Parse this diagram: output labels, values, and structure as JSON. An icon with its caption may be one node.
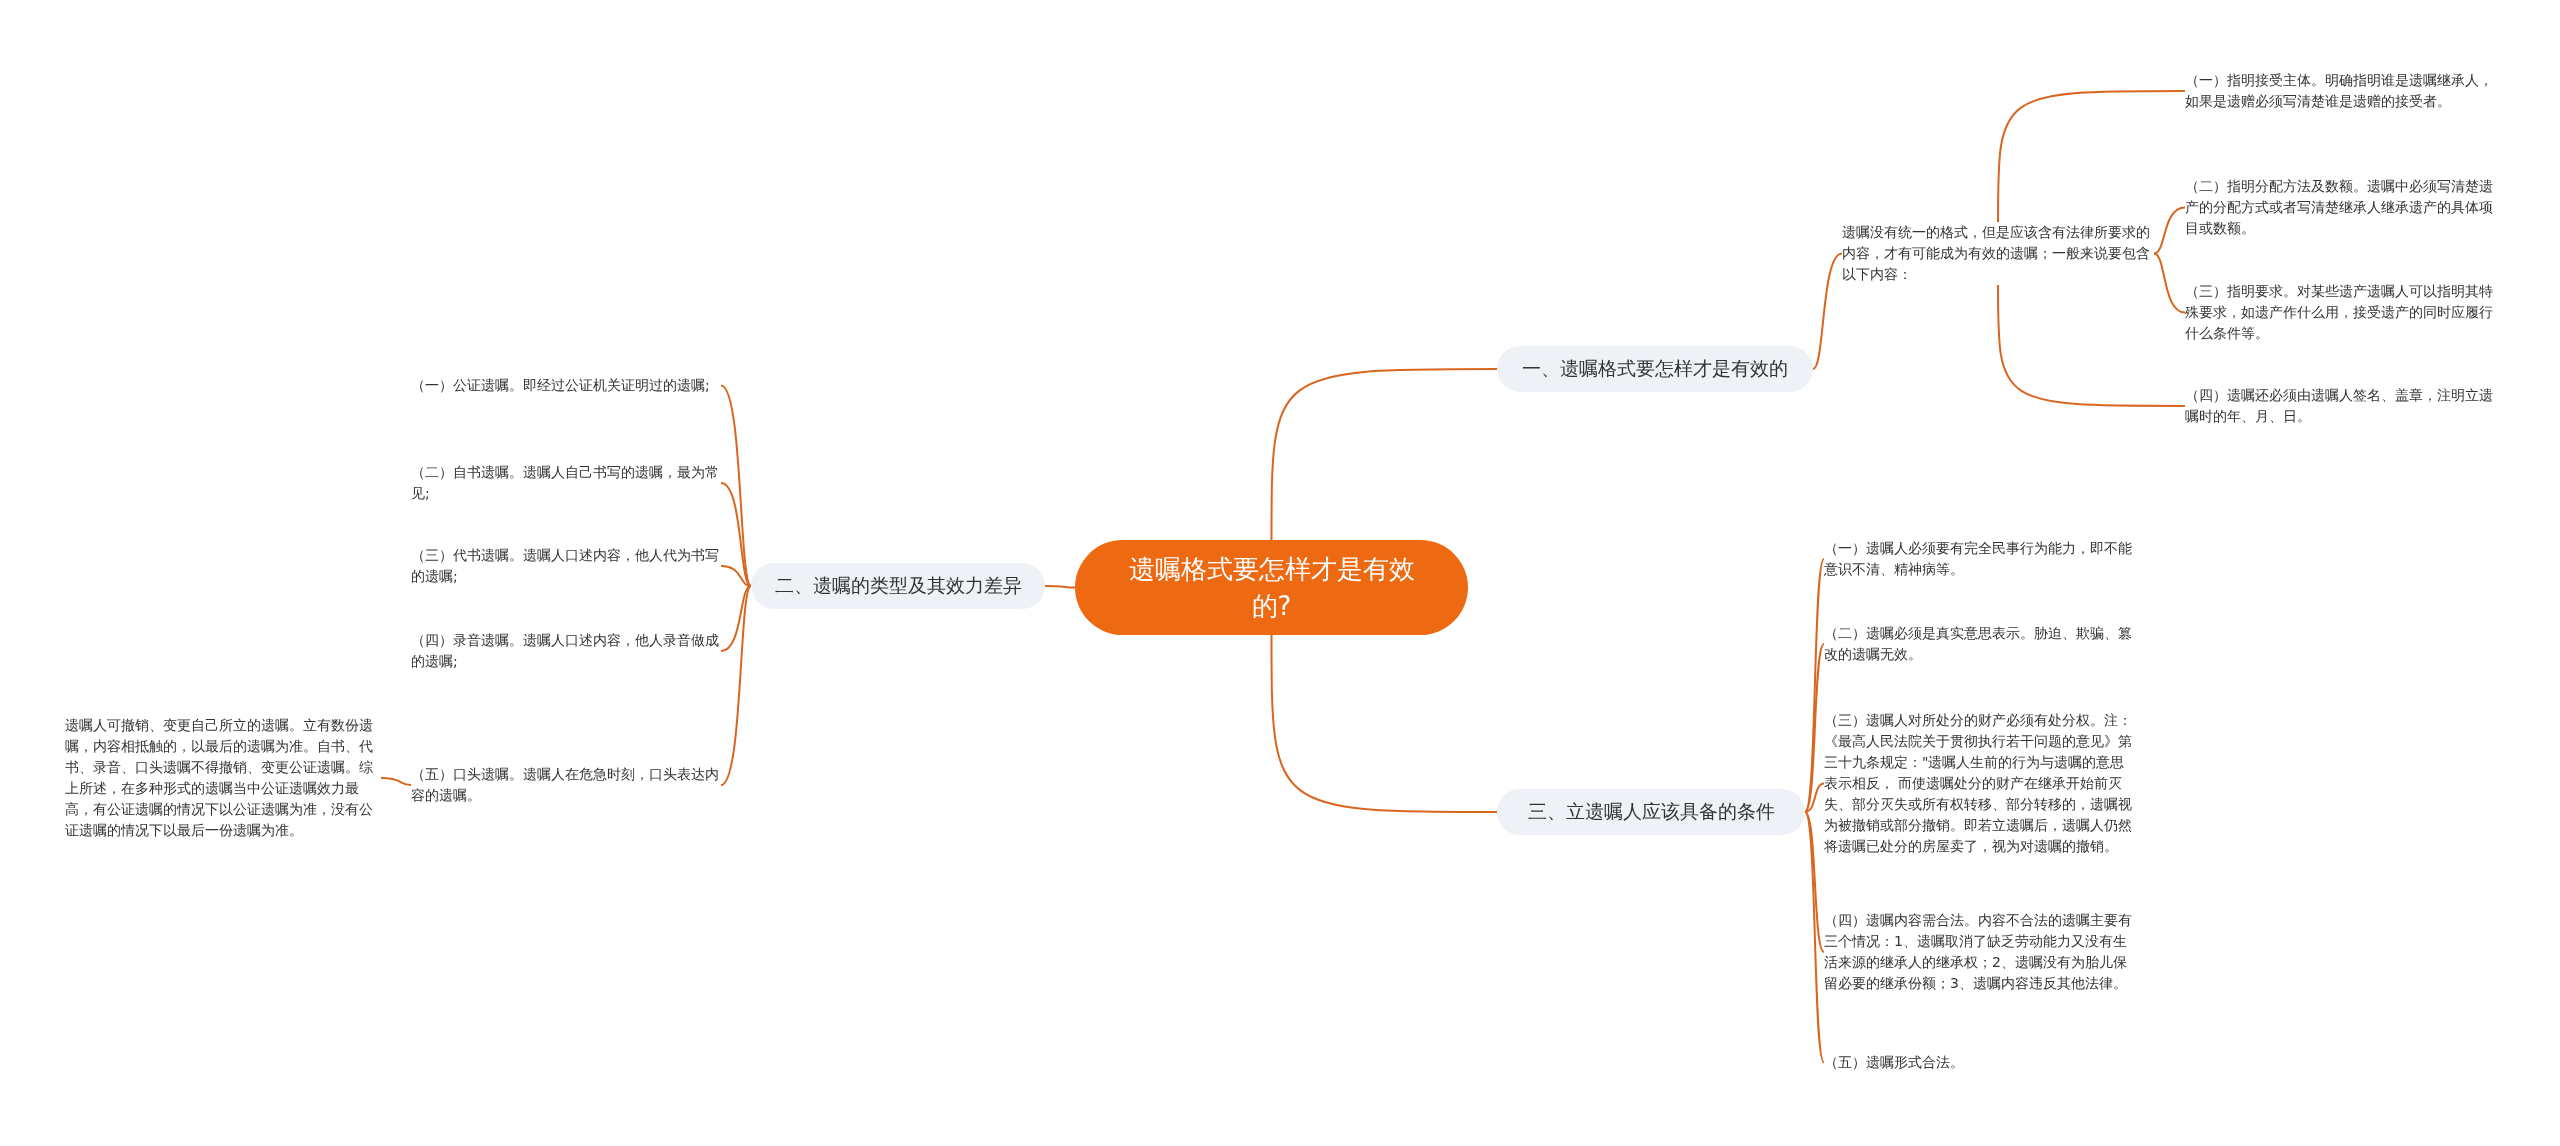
{
  "diagram": {
    "nodes": [
      {
        "text": [
          "遗嘱格式要怎样才是有效的?"
        ]
      },
      {
        "text": [
          "一、遗嘱格式要怎样才是有效的"
        ]
      },
      {
        "text": [
          "遗嘱没有统一的格式，但是应该含有法律所要求的内容，才有可能成为有效的遗嘱；一般来说要包含以下内容："
        ]
      },
      {
        "text": [
          "（一）指明接受主体。明确指明谁是遗嘱继承人，如果是遗赠必须写清楚谁是遗赠的接受者。"
        ]
      },
      {
        "text": [
          "（二）指明分配方法及数额。遗嘱中必须写清楚遗产的分配方式或者写清楚继承人继承遗产的具体项目或数额。"
        ]
      },
      {
        "text": [
          "（三）指明要求。对某些遗产遗嘱人可以指明其特殊要求，如遗产作什么用，接受遗产的同时应履行什么条件等。"
        ]
      },
      {
        "text": [
          "（四）遗嘱还必须由遗嘱人签名、盖章，注明立遗嘱时的年、月、日。"
        ]
      },
      {
        "text": [
          "二、遗嘱的类型及其效力差异"
        ]
      },
      {
        "text": [
          "（一）公证遗嘱。即经过公证机关证明过的遗嘱;"
        ]
      },
      {
        "text": [
          "（二）自书遗嘱。遗嘱人自己书写的遗嘱，最为常见;"
        ]
      },
      {
        "text": [
          "（三）代书遗嘱。遗嘱人口述内容，他人代为书写的遗嘱;"
        ]
      },
      {
        "text": [
          "（四）录音遗嘱。遗嘱人口述内容，他人录音做成的遗嘱;"
        ]
      },
      {
        "text": [
          "（五）口头遗嘱。遗嘱人在危急时刻，口头表达内容的遗嘱。"
        ]
      },
      {
        "text": [
          "遗嘱人可撤销、变更自己所立的遗嘱。立有数份遗嘱，内容相抵触的，以最后的遗嘱为准。自书、代书、录音、口头遗嘱不得撤销、变更公证遗嘱。综上所述，在多种形式的遗嘱当中公证遗嘱效力最高，有公证遗嘱的情况下以公证遗嘱为准，没有公证遗嘱的情况下以最后一份遗嘱为准。"
        ]
      },
      {
        "text": [
          "三、立遗嘱人应该具备的条件"
        ]
      },
      {
        "text": [
          "（一）遗嘱人必须要有完全民事行为能力，即不能意识不清、精神病等。"
        ]
      },
      {
        "text": [
          "（二）遗嘱必须是真实意思表示。胁迫、欺骗、篡改的遗嘱无效。"
        ]
      },
      {
        "text": [
          "（三）遗嘱人对所处分的财产必须有处分权。注：《最高人民法院关于贯彻执行若干问题的意见》第三十九条规定：\"遗嘱人生前的行为与遗嘱的意思表示相反， 而使遗嘱处分的财产在继承开始前灭失、部分灭失或所有权转移、部分转移的，遗嘱视为被撤销或部分撤销。即若立遗嘱后，遗嘱人仍然将遗嘱已处分的房屋卖了，视为对遗嘱的撤销。"
        ]
      },
      {
        "text": [
          "（四）遗嘱内容需合法。内容不合法的遗嘱主要有三个情况：1、遗嘱取消了缺乏劳动能力又没有生活来源的继承人的继承权；2、遗嘱没有为胎儿保留必要的继承份额；3、遗嘱内容违反其他法律。"
        ]
      },
      {
        "text": [
          "（五）遗嘱形式合法。"
        ]
      }
    ],
    "edges": [
      {
        "from": 0,
        "to": 1,
        "arrow": "none"
      },
      {
        "from": 1,
        "to": 2,
        "arrow": "none"
      },
      {
        "from": 2,
        "to": 3,
        "arrow": "none"
      },
      {
        "from": 2,
        "to": 4,
        "arrow": "none"
      },
      {
        "from": 2,
        "to": 5,
        "arrow": "none"
      },
      {
        "from": 2,
        "to": 6,
        "arrow": "none"
      },
      {
        "from": 0,
        "to": 7,
        "arrow": "none"
      },
      {
        "from": 7,
        "to": 8,
        "arrow": "none"
      },
      {
        "from": 7,
        "to": 9,
        "arrow": "none"
      },
      {
        "from": 7,
        "to": 10,
        "arrow": "none"
      },
      {
        "from": 7,
        "to": 11,
        "arrow": "none"
      },
      {
        "from": 7,
        "to": 12,
        "arrow": "none"
      },
      {
        "from": 12,
        "to": 13,
        "arrow": "none"
      },
      {
        "from": 0,
        "to": 14,
        "arrow": "none"
      },
      {
        "from": 14,
        "to": 15,
        "arrow": "none"
      },
      {
        "from": 14,
        "to": 16,
        "arrow": "none"
      },
      {
        "from": 14,
        "to": 17,
        "arrow": "none"
      },
      {
        "from": 14,
        "to": 18,
        "arrow": "none"
      },
      {
        "from": 14,
        "to": 19,
        "arrow": "none"
      }
    ]
  }
}
